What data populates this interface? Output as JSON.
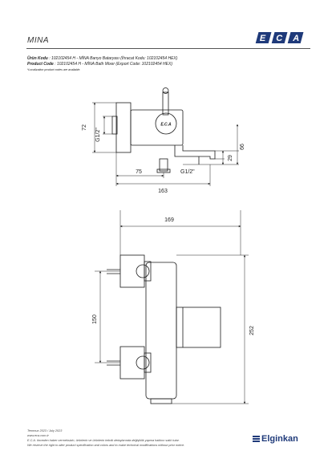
{
  "header": {
    "product_title": "MINA",
    "brand_logo_text": "E.C.A"
  },
  "info": {
    "tr_label": "Ürün Kodu",
    "tr_text": ": 102102454 H - MİNA Banyo Bataryası (İhracat Kodu: 102102454 HEX)",
    "en_label": "Product Code",
    "en_text": ": 102102454 H - MİNA Bath Mixer (Export Code: 102102454 HEX)",
    "note": "*Localization product codes are available."
  },
  "dimensions_side": {
    "height_72": "72",
    "thread_top": "G1/2\"",
    "height_66": "66",
    "height_29": "29",
    "width_75": "75",
    "thread_bottom": "G1/2\"",
    "width_163": "163"
  },
  "dimensions_front": {
    "width_169": "169",
    "spacing_150": "150",
    "height_252": "252"
  },
  "footer": {
    "date": "Temmuz 2023 / July 2023",
    "url": "www.eca.com.tr",
    "tr_notice": "E.C.A. önceden haber vermeksizin, ürünlerin ve ürünlerin teknik detaylarında değişiklik yapma hakkını saklı tutar.",
    "en_notice": "We reserve the right to alter product specification and colors and to make technical modifications without prior notice.",
    "distributor": "Elginkan"
  },
  "colors": {
    "line": "#1a1a1a",
    "brand_blue": "#1f3a7a"
  }
}
